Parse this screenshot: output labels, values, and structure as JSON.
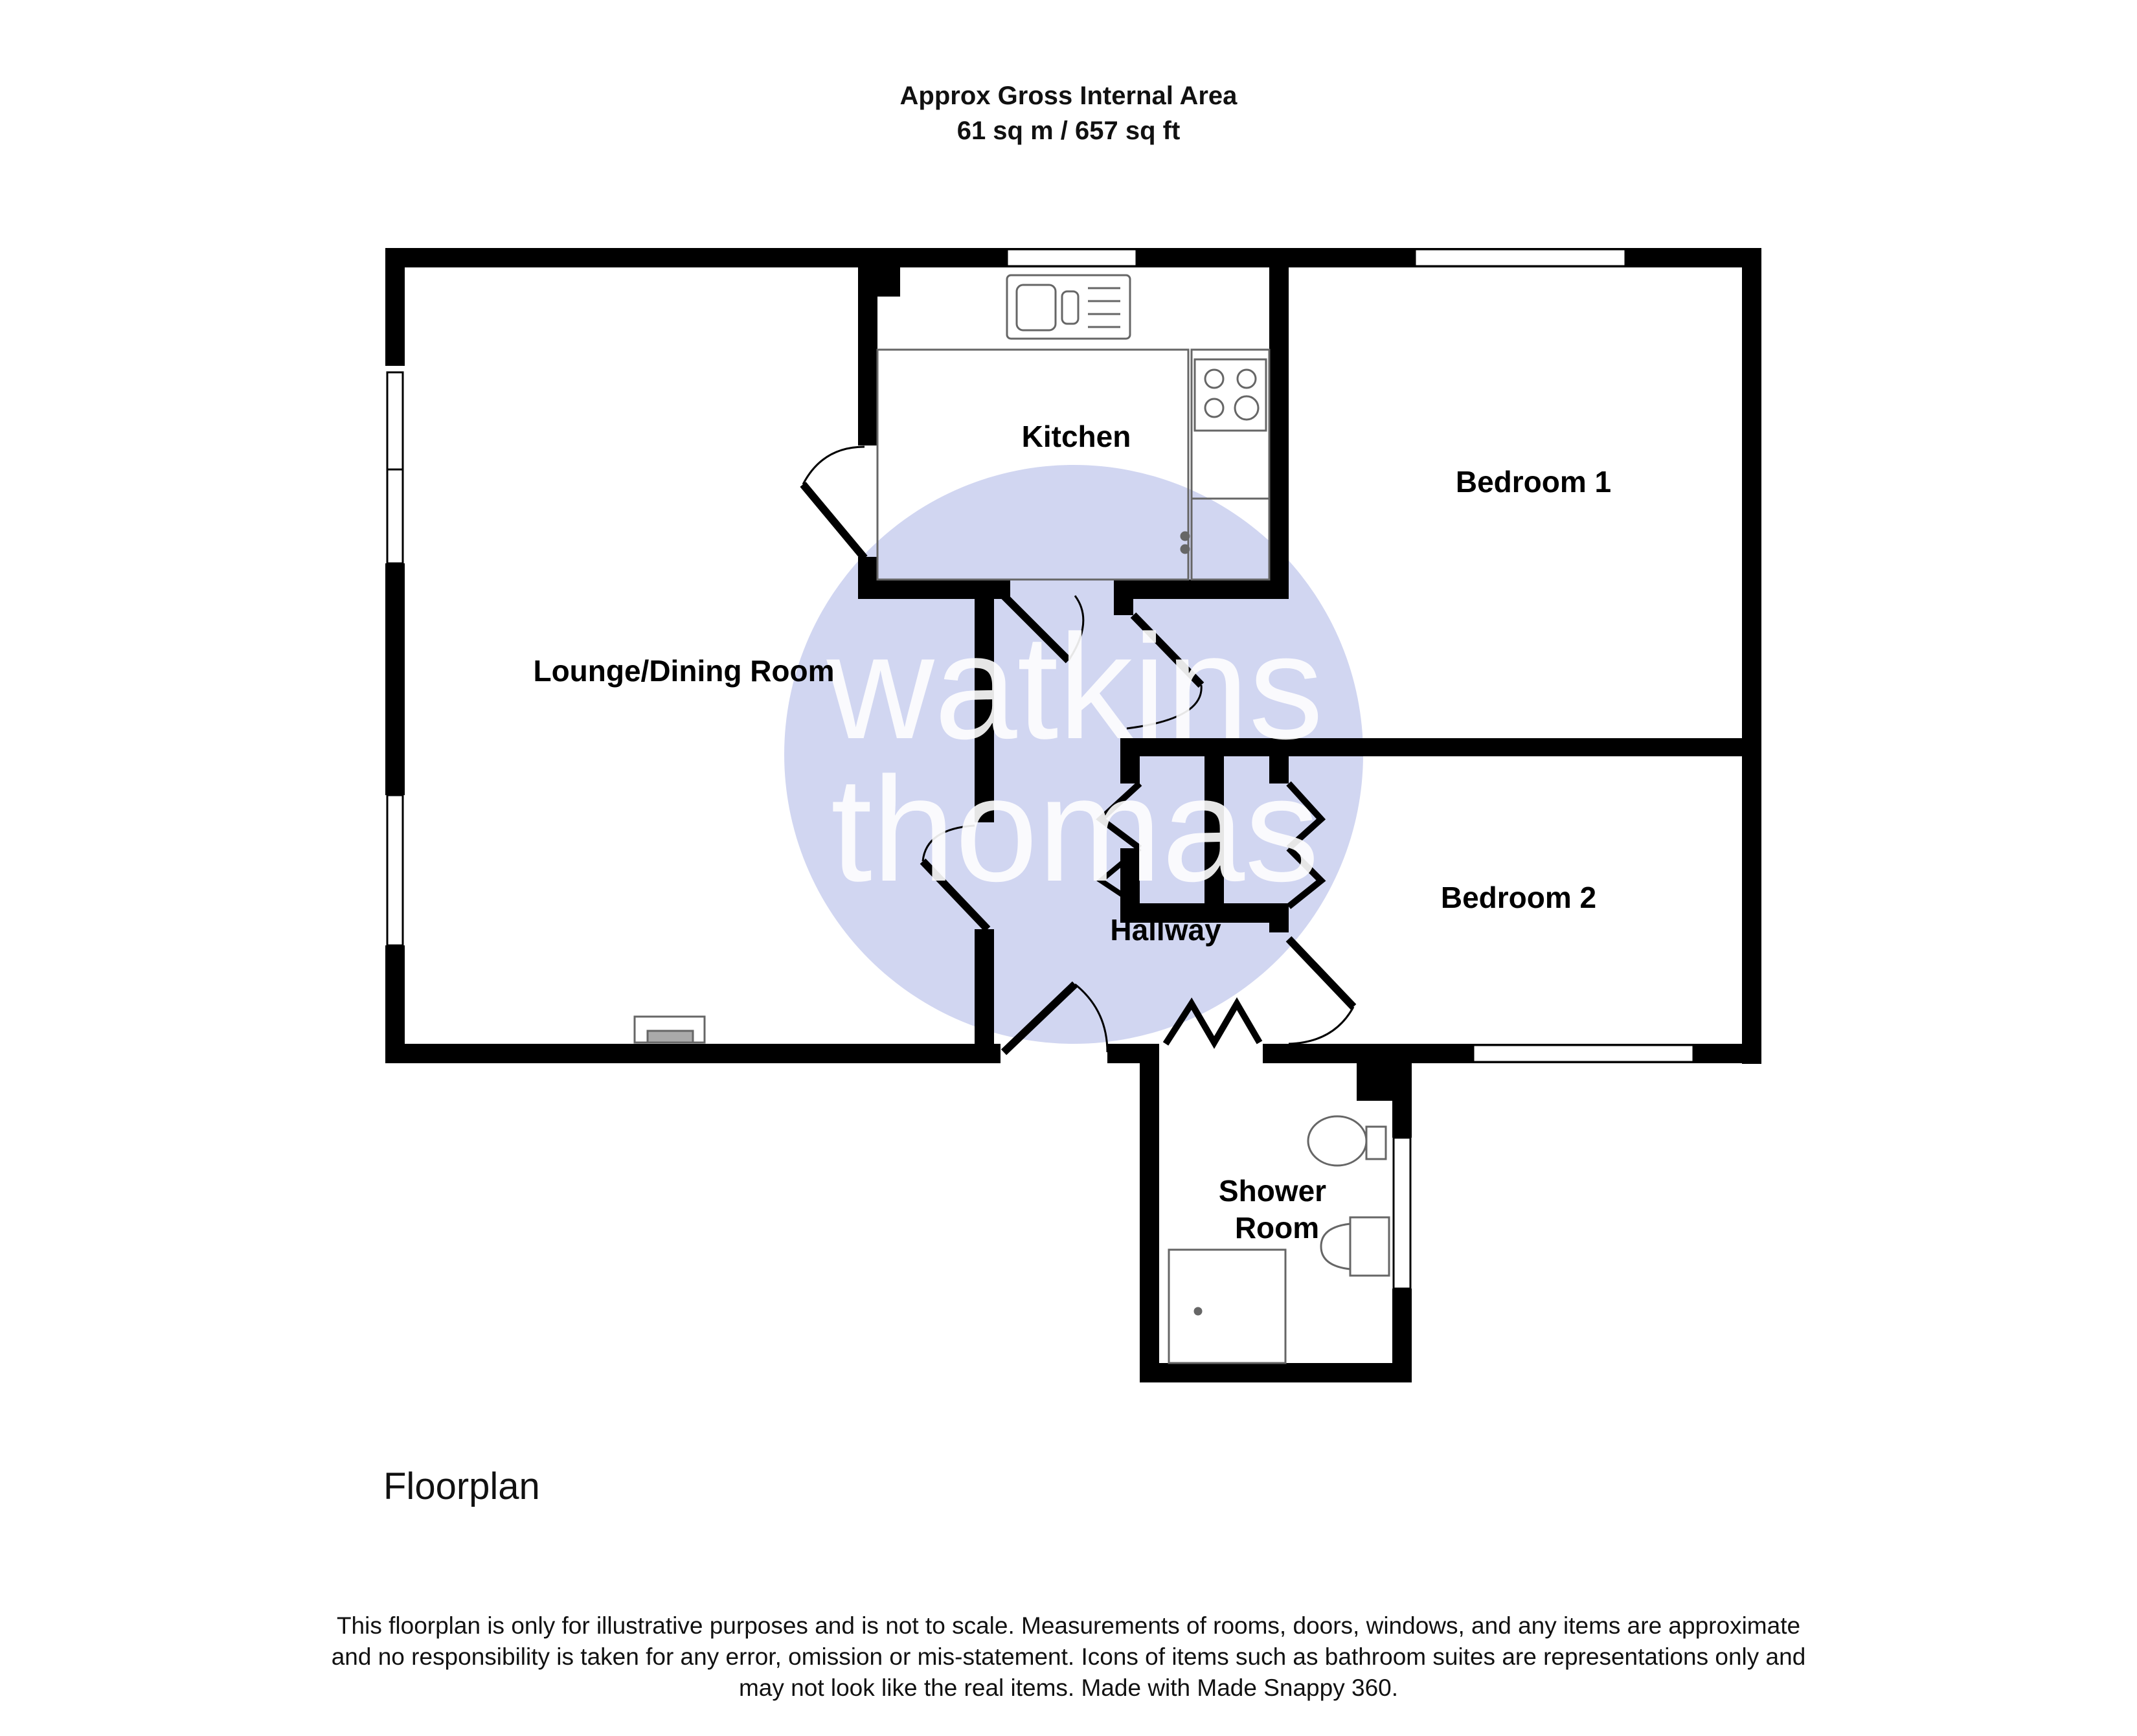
{
  "header": {
    "area_title": "Approx Gross Internal Area",
    "area_value": "61 sq m / 657 sq ft"
  },
  "watermark": {
    "line1": "watkins",
    "line2": "thomas",
    "circle_color": "#c9cfee"
  },
  "rooms": {
    "lounge": "Lounge/Dining Room",
    "kitchen": "Kitchen",
    "bedroom1": "Bedroom 1",
    "bedroom2": "Bedroom 2",
    "hallway": "Hallway",
    "shower_line1": "Shower",
    "shower_line2": "Room"
  },
  "floor_label": "Floorplan",
  "disclaimer": {
    "line1": "This floorplan is only for illustrative purposes and is not to scale. Measurements of rooms, doors, windows, and any items are approximate",
    "line2": "and no responsibility is taken for any error, omission or mis-statement. Icons of items such as bathroom suites are representations only and",
    "line3": "may not look like the real items. Made with Made Snappy 360."
  },
  "colors": {
    "wall": "#000000",
    "background": "#ffffff"
  }
}
